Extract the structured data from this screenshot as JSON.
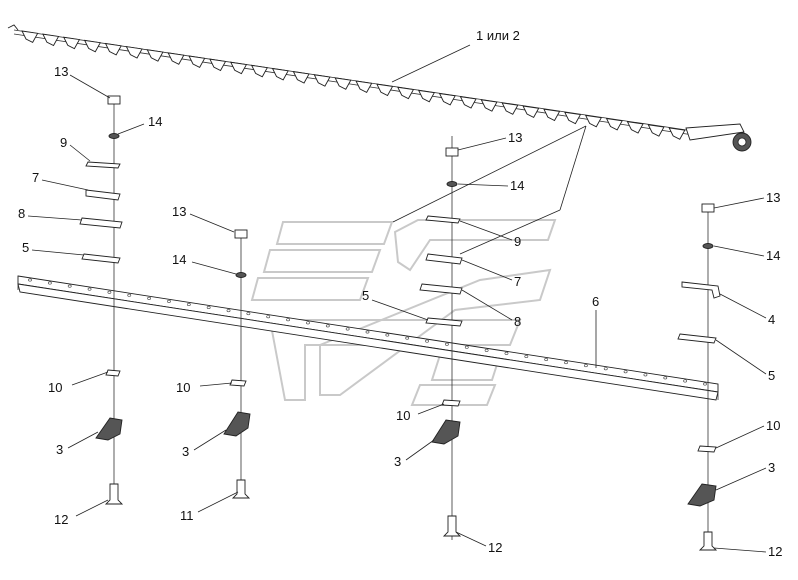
{
  "diagram": {
    "background": "#ffffff",
    "line_color": "#222222",
    "watermark_color": "#c9c9c9",
    "callouts": [
      {
        "id": "c-1or2",
        "text": "1 или 2"
      },
      {
        "id": "c-13a",
        "text": "13"
      },
      {
        "id": "c-14a",
        "text": "14"
      },
      {
        "id": "c-9a",
        "text": "9"
      },
      {
        "id": "c-7a",
        "text": "7"
      },
      {
        "id": "c-8a",
        "text": "8"
      },
      {
        "id": "c-5a",
        "text": "5"
      },
      {
        "id": "c-10a",
        "text": "10"
      },
      {
        "id": "c-3a",
        "text": "3"
      },
      {
        "id": "c-12a",
        "text": "12"
      },
      {
        "id": "c-13b",
        "text": "13"
      },
      {
        "id": "c-14b",
        "text": "14"
      },
      {
        "id": "c-10b",
        "text": "10"
      },
      {
        "id": "c-3b",
        "text": "3"
      },
      {
        "id": "c-11",
        "text": "11"
      },
      {
        "id": "c-13c",
        "text": "13"
      },
      {
        "id": "c-14c",
        "text": "14"
      },
      {
        "id": "c-9c",
        "text": "9"
      },
      {
        "id": "c-7c",
        "text": "7"
      },
      {
        "id": "c-5c",
        "text": "5"
      },
      {
        "id": "c-8c",
        "text": "8"
      },
      {
        "id": "c-10c",
        "text": "10"
      },
      {
        "id": "c-3c",
        "text": "3"
      },
      {
        "id": "c-12c",
        "text": "12"
      },
      {
        "id": "c-6",
        "text": "6"
      },
      {
        "id": "c-13d",
        "text": "13"
      },
      {
        "id": "c-14d",
        "text": "14"
      },
      {
        "id": "c-4",
        "text": "4"
      },
      {
        "id": "c-5d",
        "text": "5"
      },
      {
        "id": "c-10d",
        "text": "10"
      },
      {
        "id": "c-3d",
        "text": "3"
      },
      {
        "id": "c-12d",
        "text": "12"
      }
    ]
  }
}
